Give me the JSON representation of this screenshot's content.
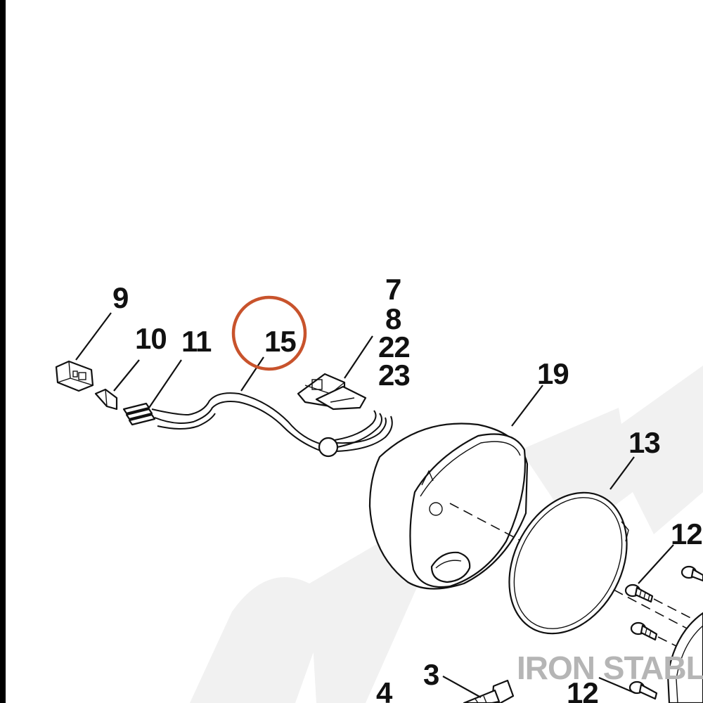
{
  "diagram": {
    "callouts": {
      "c9": "9",
      "c10": "10",
      "c11": "11",
      "c15": "15",
      "c7": "7",
      "c8": "8",
      "c22": "22",
      "c23": "23",
      "c19": "19",
      "c13": "13",
      "c12a": "12",
      "c12b": "12",
      "c3": "3",
      "c4": "4"
    },
    "watermark": "IRON STABLE",
    "colors": {
      "highlight_circle": "#c8532c",
      "ink": "#111111",
      "left_bar": "#000000",
      "watermark_shape": "#f1f1f1",
      "watermark_text": "#b5b5b5"
    }
  }
}
